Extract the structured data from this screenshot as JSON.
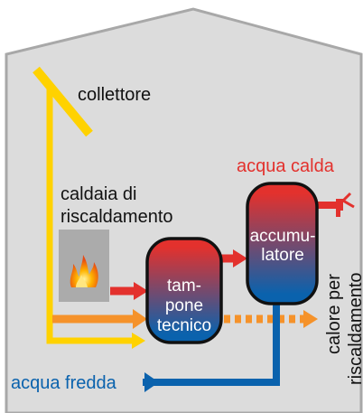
{
  "labels": {
    "collector": "collettore",
    "boiler_line1": "caldaia di",
    "boiler_line2": "riscaldamento",
    "hot_water": "acqua calda",
    "cold_water": "acqua fredda",
    "heating_line1": "calore per",
    "heating_line2": "riscaldamento",
    "storage_line1": "accumu-",
    "storage_line2": "latore",
    "buffer_line1": "tam-",
    "buffer_line2": "pone",
    "buffer_line3": "tecnico"
  },
  "colors": {
    "house_fill": "#dcdcdc",
    "house_stroke": "#a8a8a8",
    "solar_circuit": "#ffd200",
    "boiler_circuit": "#f5922a",
    "heat_pipe": "#e3312d",
    "cold_pipe": "#0a62ad",
    "hot_water_text": "#e3312d",
    "cold_water_text": "#0a62ad",
    "tank_top": "#e3312d",
    "tank_bottom": "#0a62ad",
    "tank_border": "#111111",
    "label_text": "#111111",
    "boiler_box": "#ababab"
  },
  "icons": {
    "boiler": "flame-icon",
    "tap": "faucet-icon"
  }
}
